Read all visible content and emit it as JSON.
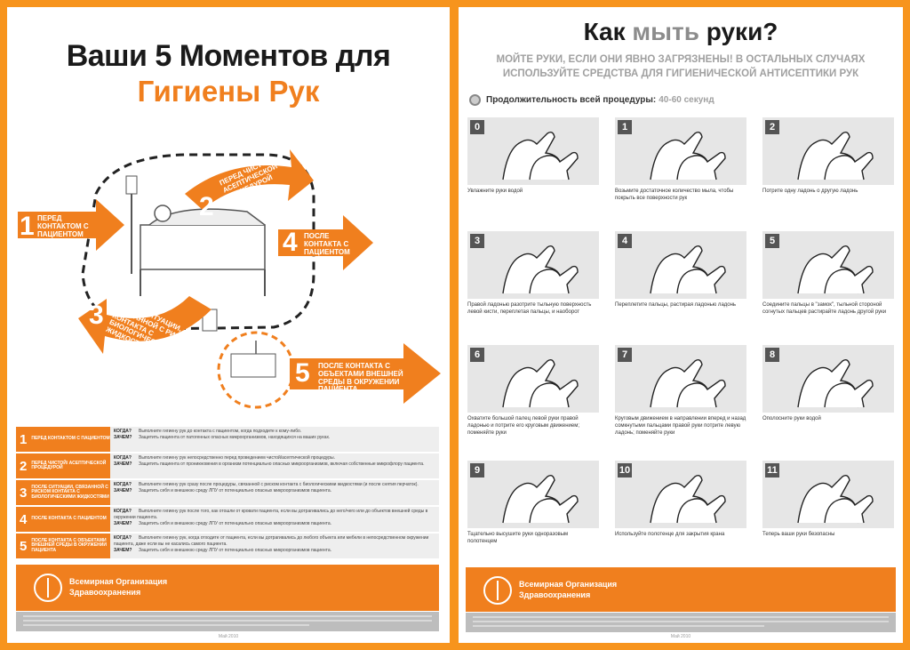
{
  "left": {
    "title_line1": "Ваши 5 Моментов для",
    "title_line2": "Гигиены Рук",
    "moments": [
      {
        "num": "1",
        "label": "ПЕРЕД КОНТАКТОМ С ПАЦИЕНТОМ"
      },
      {
        "num": "2",
        "label": "ПЕРЕД ЧИСТОЙ/ АСЕПТИЧЕСКОЙ ПРОЦЕДУРОЙ"
      },
      {
        "num": "3",
        "label": "ПОСЛЕ СИТУАЦИИ, СВЯЗАННОЙ С РИСКОМ КОНТАКТА С БИОЛОГИЧЕСКИМИ ЖИДКОСТЯМИ"
      },
      {
        "num": "4",
        "label": "ПОСЛЕ КОНТАКТА С ПАЦИЕНТОМ"
      },
      {
        "num": "5",
        "label": "ПОСЛЕ КОНТАКТА С ОБЪЕКТАМИ ВНЕШНЕЙ СРЕДЫ В ОКРУЖЕНИИ ПАЦИЕНТА"
      }
    ],
    "table": [
      {
        "num": "1",
        "head": "ПЕРЕД КОНТАКТОМ С ПАЦИЕНТОМ",
        "when_label": "КОГДА?",
        "when": "Выполните гигиену рук до контакта с пациентом, когда подходите к кому-либо.",
        "why_label": "ЗАЧЕМ?",
        "why": "Защитить пациента от патогенных опасных микроорганизмов, находящихся на ваших руках."
      },
      {
        "num": "2",
        "head": "ПЕРЕД ЧИСТОЙ/ АСЕПТИЧЕСКОЙ ПРОЦЕДУРОЙ",
        "when_label": "КОГДА?",
        "when": "Выполните гигиену рук непосредственно перед проведением чистой/асептической процедуры.",
        "why_label": "ЗАЧЕМ?",
        "why": "Защитить пациента от проникновения в организм потенциально опасных микроорганизмов, включая собственные микрофлору пациента."
      },
      {
        "num": "3",
        "head": "ПОСЛЕ СИТУАЦИИ, СВЯЗАННОЙ С РИСКОМ КОНТАКТА С БИОЛОГИЧЕСКИМИ ЖИДКОСТЯМИ",
        "when_label": "КОГДА?",
        "when": "Выполните гигиену рук сразу после процедуры, связанной с риском контакта с биологическими жидкостями (и после снятия перчаток).",
        "why_label": "ЗАЧЕМ?",
        "why": "Защитить себя и внешнюю среду ЛПУ от потенциально опасных микроорганизмов пациента."
      },
      {
        "num": "4",
        "head": "ПОСЛЕ КОНТАКТА С ПАЦИЕНТОМ",
        "when_label": "КОГДА?",
        "when": "Выполните гигиену рук после того, как отошли от кровати пациента, если вы дотрагивались до него/чего или до объектов внешней среды в окружении пациента.",
        "why_label": "ЗАЧЕМ?",
        "why": "Защитить себя и внешнюю среду ЛПУ от потенциально опасных микроорганизмов пациента."
      },
      {
        "num": "5",
        "head": "ПОСЛЕ КОНТАКТА С ОБЪЕКТАМИ ВНЕШНЕЙ СРЕДЫ В ОКРУЖЕНИИ ПАЦИЕНТА",
        "when_label": "КОГДА?",
        "when": "Выполните гигиену рук, когда отходите от пациента, если вы дотрагивались до любого объекта или мебели в непосредственном окружении пациента, даже если вы не касались самого пациента.",
        "why_label": "ЗАЧЕМ?",
        "why": "Защитить себя и внешнюю среду ЛПУ от потенциально опасных микроорганизмов пациента."
      }
    ],
    "org_line1": "Всемирная Организация",
    "org_line2": "Здравоохранения",
    "date": "Май 2010"
  },
  "right": {
    "title_pre": "Как ",
    "title_grey": "мыть",
    "title_post": " руки?",
    "subtitle_line1": "МОЙТЕ РУКИ, ЕСЛИ ОНИ ЯВНО ЗАГРЯЗНЕНЫ! В ОСТАЛЬНЫХ СЛУЧАЯХ",
    "subtitle_line2": "ИСПОЛЬЗУЙТЕ СРЕДСТВА ДЛЯ ГИГИЕНИЧЕСКОЙ АНТИСЕПТИКИ РУК",
    "duration_label": "Продолжительность всей процедуры:",
    "duration_value": "40-60 секунд",
    "steps": [
      {
        "num": "0",
        "caption": "Увлажните руки водой"
      },
      {
        "num": "1",
        "caption": "Возьмите достаточное количество мыла, чтобы покрыть все поверхности рук"
      },
      {
        "num": "2",
        "caption": "Потрите одну ладонь о другую ладонь"
      },
      {
        "num": "3",
        "caption": "Правой ладонью разотрите тыльную поверхность левой кисти, переплетая пальцы, и наоборот"
      },
      {
        "num": "4",
        "caption": "Переплетите пальцы, растирая ладонью ладонь"
      },
      {
        "num": "5",
        "caption": "Соедините пальцы в \"замок\", тыльной стороной согнутых пальцев растирайте ладонь другой руки"
      },
      {
        "num": "6",
        "caption": "Охватите большой палец левой руки правой ладонью и потрите его круговым движением; поменяйте руки"
      },
      {
        "num": "7",
        "caption": "Круговым движением в направлении вперед и назад сомкнутыми пальцами правой руки потрите левую ладонь; поменяйте руки"
      },
      {
        "num": "8",
        "caption": "Ополосните руки водой"
      },
      {
        "num": "9",
        "caption": "Тщательно высушите руки одноразовым полотенцем"
      },
      {
        "num": "10",
        "caption": "Используйте полотенце для закрытия крана"
      },
      {
        "num": "11",
        "caption": "Теперь ваши руки безопасны"
      }
    ],
    "org_line1": "Всемирная Организация",
    "org_line2": "Здравоохранения",
    "date": "Май 2010"
  },
  "colors": {
    "accent": "#f07f1e",
    "frame": "#f7941d",
    "grey_text": "#8c8c8c"
  }
}
